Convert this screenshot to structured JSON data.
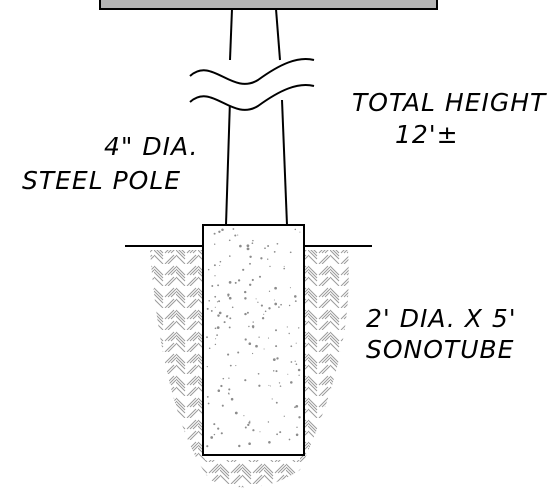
{
  "labels": {
    "total_height_line1": "TOTAL HEIGHT",
    "total_height_line2": "12'±",
    "pole_line1": "4\" DIA.",
    "pole_line2": "STEEL POLE",
    "sonotube_line1": "2' DIA. X 5'",
    "sonotube_line2": "SONOTUBE"
  },
  "colors": {
    "sign_panel": "#b4b4b4",
    "line": "#000000",
    "hatch": "#9a9a9a",
    "concrete_speckle": "#8c8c8c"
  }
}
